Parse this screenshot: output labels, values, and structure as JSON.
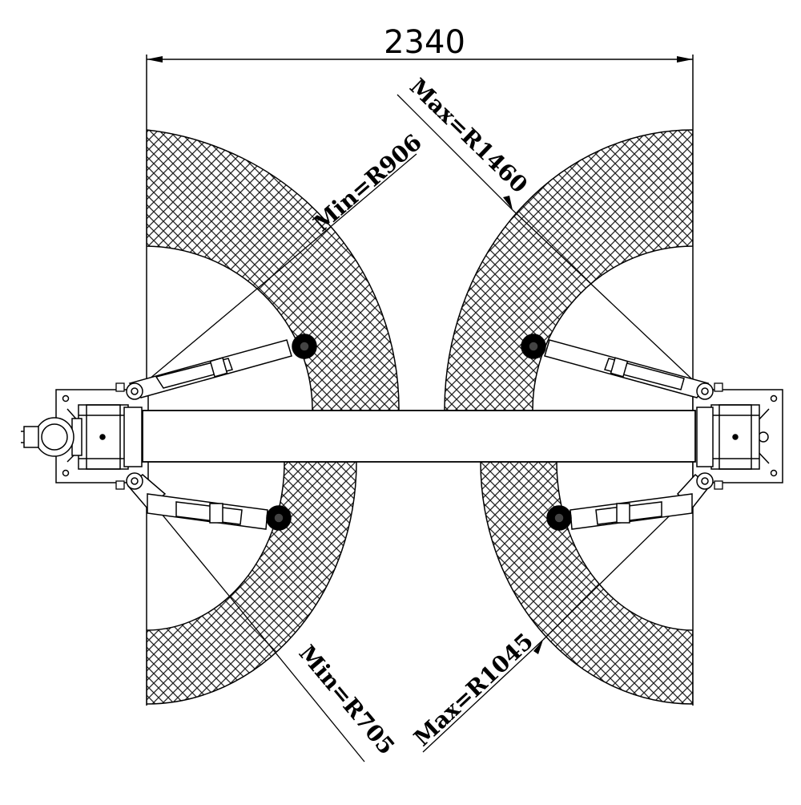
{
  "drawing": {
    "overall_width_label": "2340",
    "radius_labels": {
      "top_left": "Min=R906",
      "top_right": "Max=R1460",
      "bottom_left": "Min=R705",
      "bottom_right": "Max=R1045"
    }
  },
  "colors": {
    "line": "#000000",
    "background": "#ffffff",
    "hatch": "#222222"
  }
}
